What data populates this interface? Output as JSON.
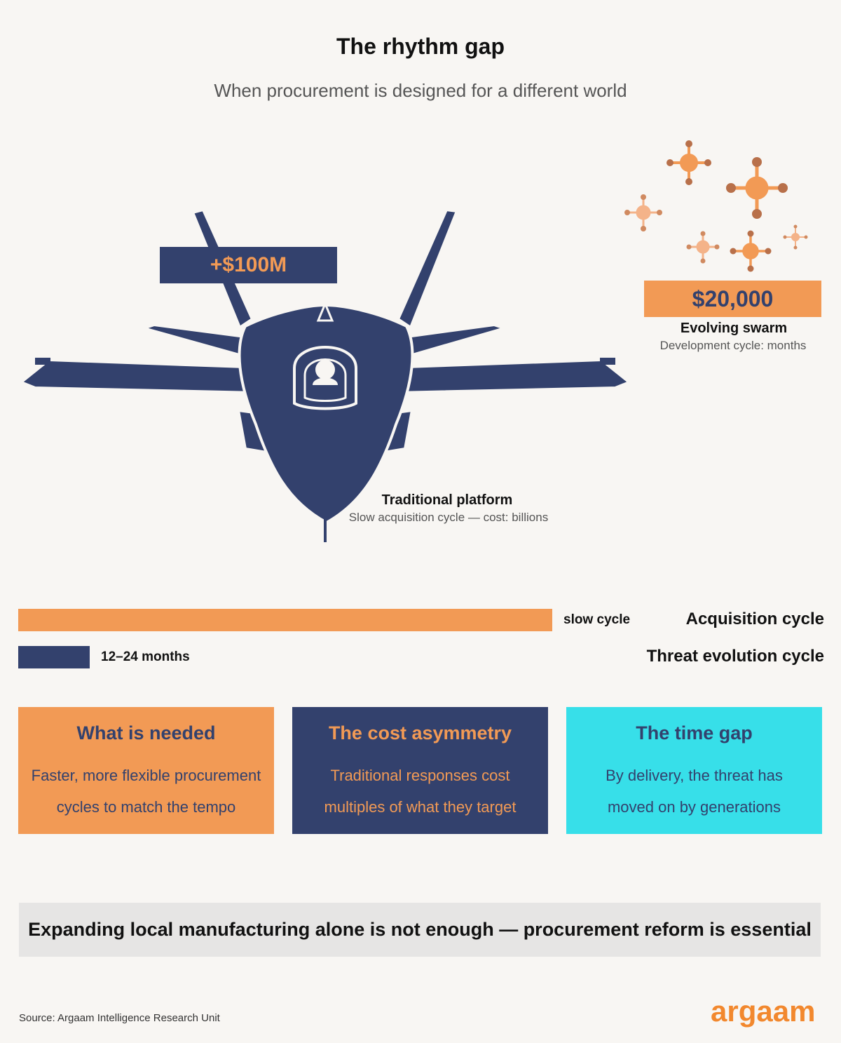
{
  "header": {
    "title": "The rhythm gap",
    "subtitle": "When procurement is designed for a different world"
  },
  "platform": {
    "price": "+$100M",
    "title": "Traditional platform",
    "subtitle": "Slow acquisition cycle — cost: billions",
    "color": "#33416d"
  },
  "swarm": {
    "price": "$20,000",
    "title": "Evolving swarm",
    "subtitle": "Development cycle: months",
    "color": "#f29a55"
  },
  "bars": [
    {
      "name": "Acquisition cycle",
      "value_label": "slow cycle",
      "fraction": 0.663,
      "color": "#f29a55"
    },
    {
      "name": "Threat evolution cycle",
      "value_label": "12–24 months",
      "fraction": 0.089,
      "color": "#33416d"
    }
  ],
  "cards": [
    {
      "title": "What is needed",
      "line1": "Faster, more flexible procurement",
      "line2": "cycles to match the tempo",
      "bg": "#f29a55",
      "title_color": "#33416d",
      "text_color": "#33416d"
    },
    {
      "title": "The cost asymmetry",
      "line1": "Traditional responses cost",
      "line2": "multiples of what they target",
      "bg": "#33416d",
      "title_color": "#f29a55",
      "text_color": "#f29a55"
    },
    {
      "title": "The time gap",
      "line1": "By delivery, the threat has",
      "line2": "moved on by generations",
      "bg": "#37dfe9",
      "title_color": "#33416d",
      "text_color": "#33416d"
    }
  ],
  "conclusion": "Expanding local manufacturing alone is not enough — procurement reform is essential",
  "footer": {
    "source": "Source: Argaam Intelligence Research Unit",
    "logo": "argaam"
  }
}
